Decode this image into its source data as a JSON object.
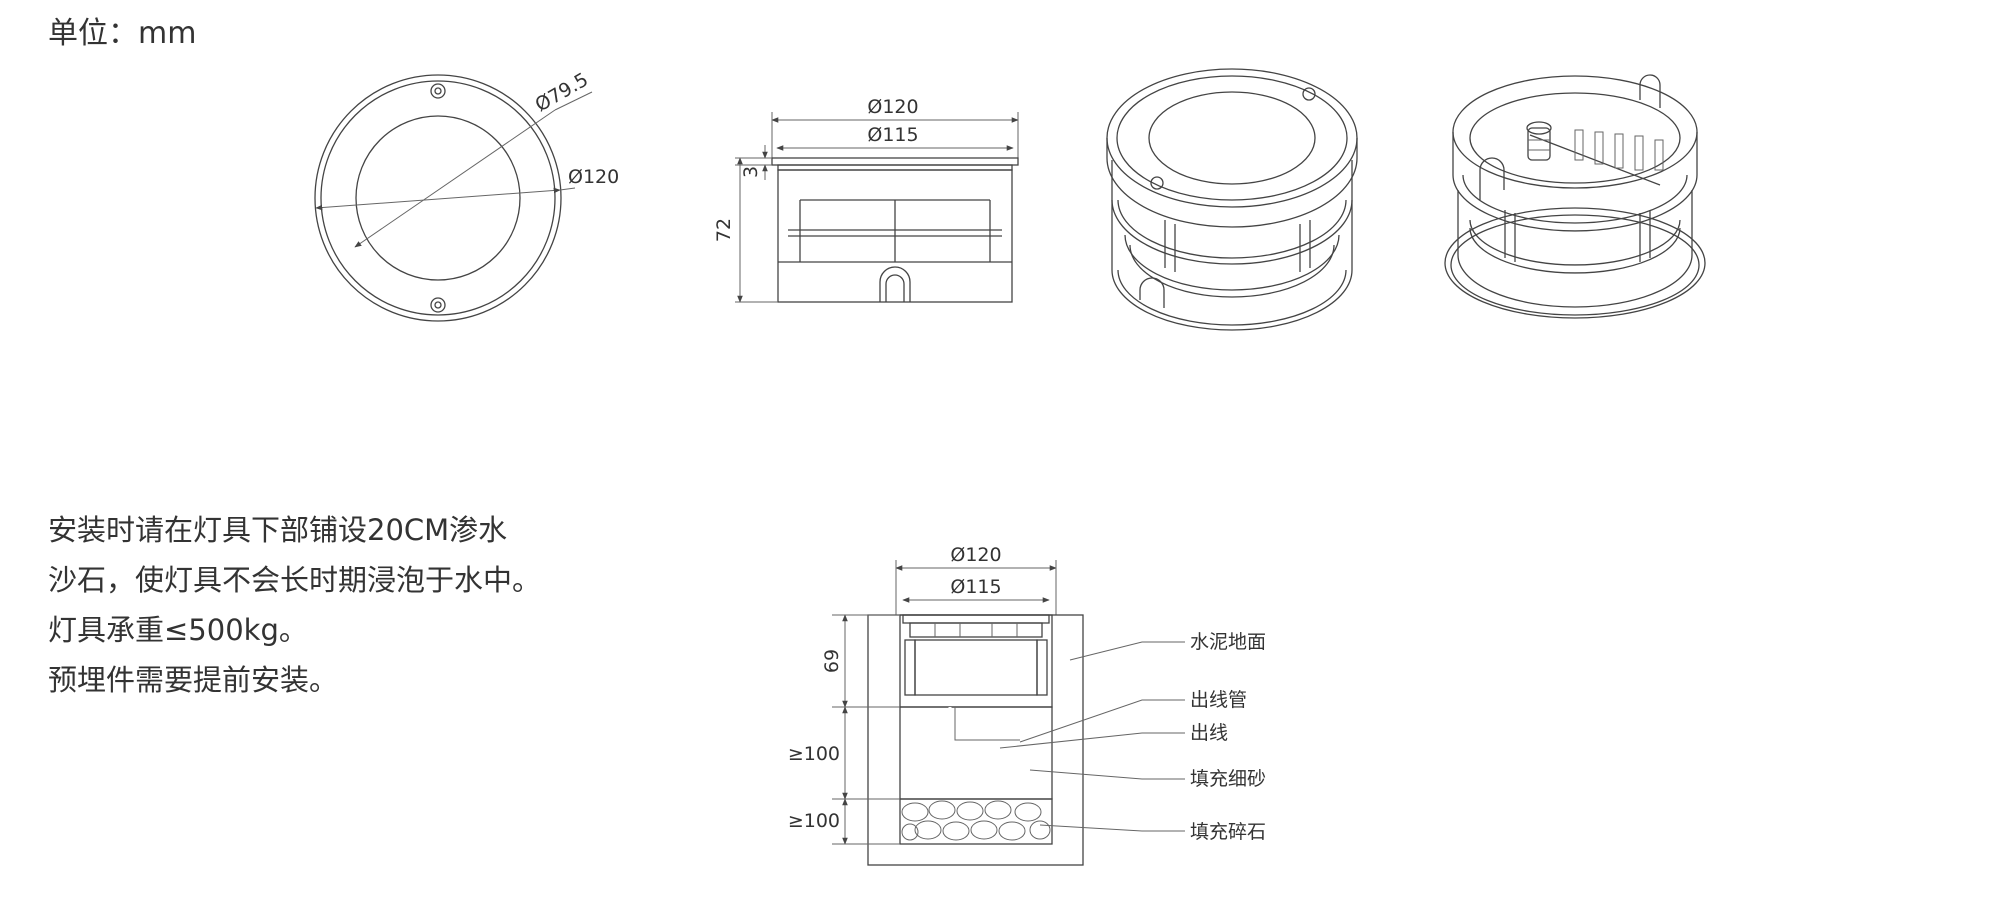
{
  "unit_label": "单位：mm",
  "notes": [
    "安装时请在灯具下部铺设20CM渗水",
    "沙石，使灯具不会长时期浸泡于水中。",
    "灯具承重≤500kg。",
    "预埋件需要提前安装。"
  ],
  "top_view": {
    "dim_inner": "Ø79.5",
    "dim_outer": "Ø120"
  },
  "side_view": {
    "dim_outer": "Ø120",
    "dim_inner": "Ø115",
    "dim_flange": "3",
    "dim_height": "72"
  },
  "section_view": {
    "dim_outer": "Ø120",
    "dim_inner": "Ø115",
    "dim_depth": "69",
    "dim_sand": "≥100",
    "dim_gravel": "≥100",
    "callouts": [
      "水泥地面",
      "出线管",
      "出线",
      "填充细砂",
      "填充碎石"
    ]
  }
}
